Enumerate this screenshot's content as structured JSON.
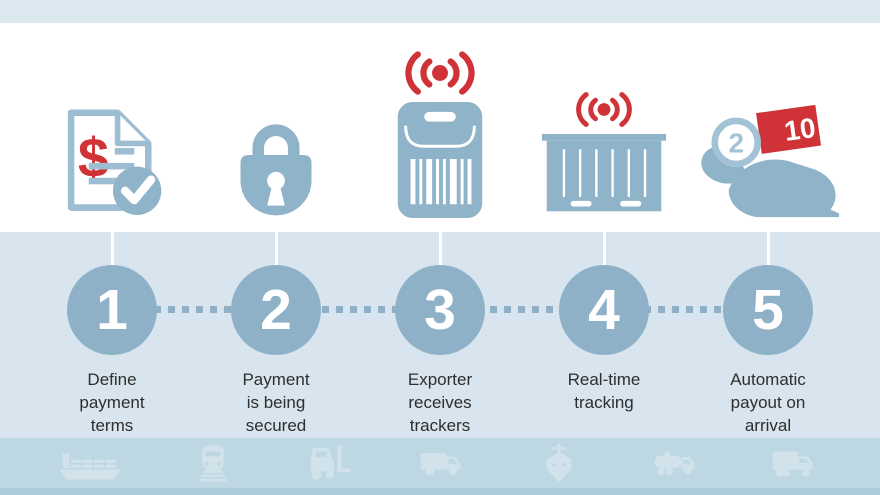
{
  "theme": {
    "accent_blue": "#8fb1c7",
    "icon_blue": "#8fb3c9",
    "document_line_blue": "#9cbdd2",
    "signal_red": "#cf3338",
    "top_strip_bg": "#dce8f0",
    "band_bg": "#d8e5ee",
    "bottom_strip_bg": "#bed8e3",
    "footer_bg": "#aecbdb",
    "transport_icon_blue": "#d2e2ea",
    "label_text": "#2e2e2e",
    "coin_blue": "#a3c2d6"
  },
  "steps": [
    {
      "number": "1",
      "label": "Define\npayment\nterms",
      "icon": "payment-terms-document-icon"
    },
    {
      "number": "2",
      "label": "Payment\nis being\nsecured",
      "icon": "padlock-icon"
    },
    {
      "number": "3",
      "label": "Exporter\nreceives\ntrackers",
      "icon": "tracker-device-icon"
    },
    {
      "number": "4",
      "label": "Real-time\ntracking",
      "icon": "container-signal-icon"
    },
    {
      "number": "5",
      "label": "Automatic\npayout on\narrival",
      "icon": "hand-payout-icon"
    }
  ],
  "icons": {
    "document": {
      "currency_symbol": "$"
    },
    "payout": {
      "coin_value": "2",
      "note_value": "10"
    }
  },
  "transport": {
    "items": [
      "container-ship",
      "train",
      "forklift",
      "delivery-van",
      "ship-bow",
      "tanker-truck",
      "box-truck"
    ]
  }
}
